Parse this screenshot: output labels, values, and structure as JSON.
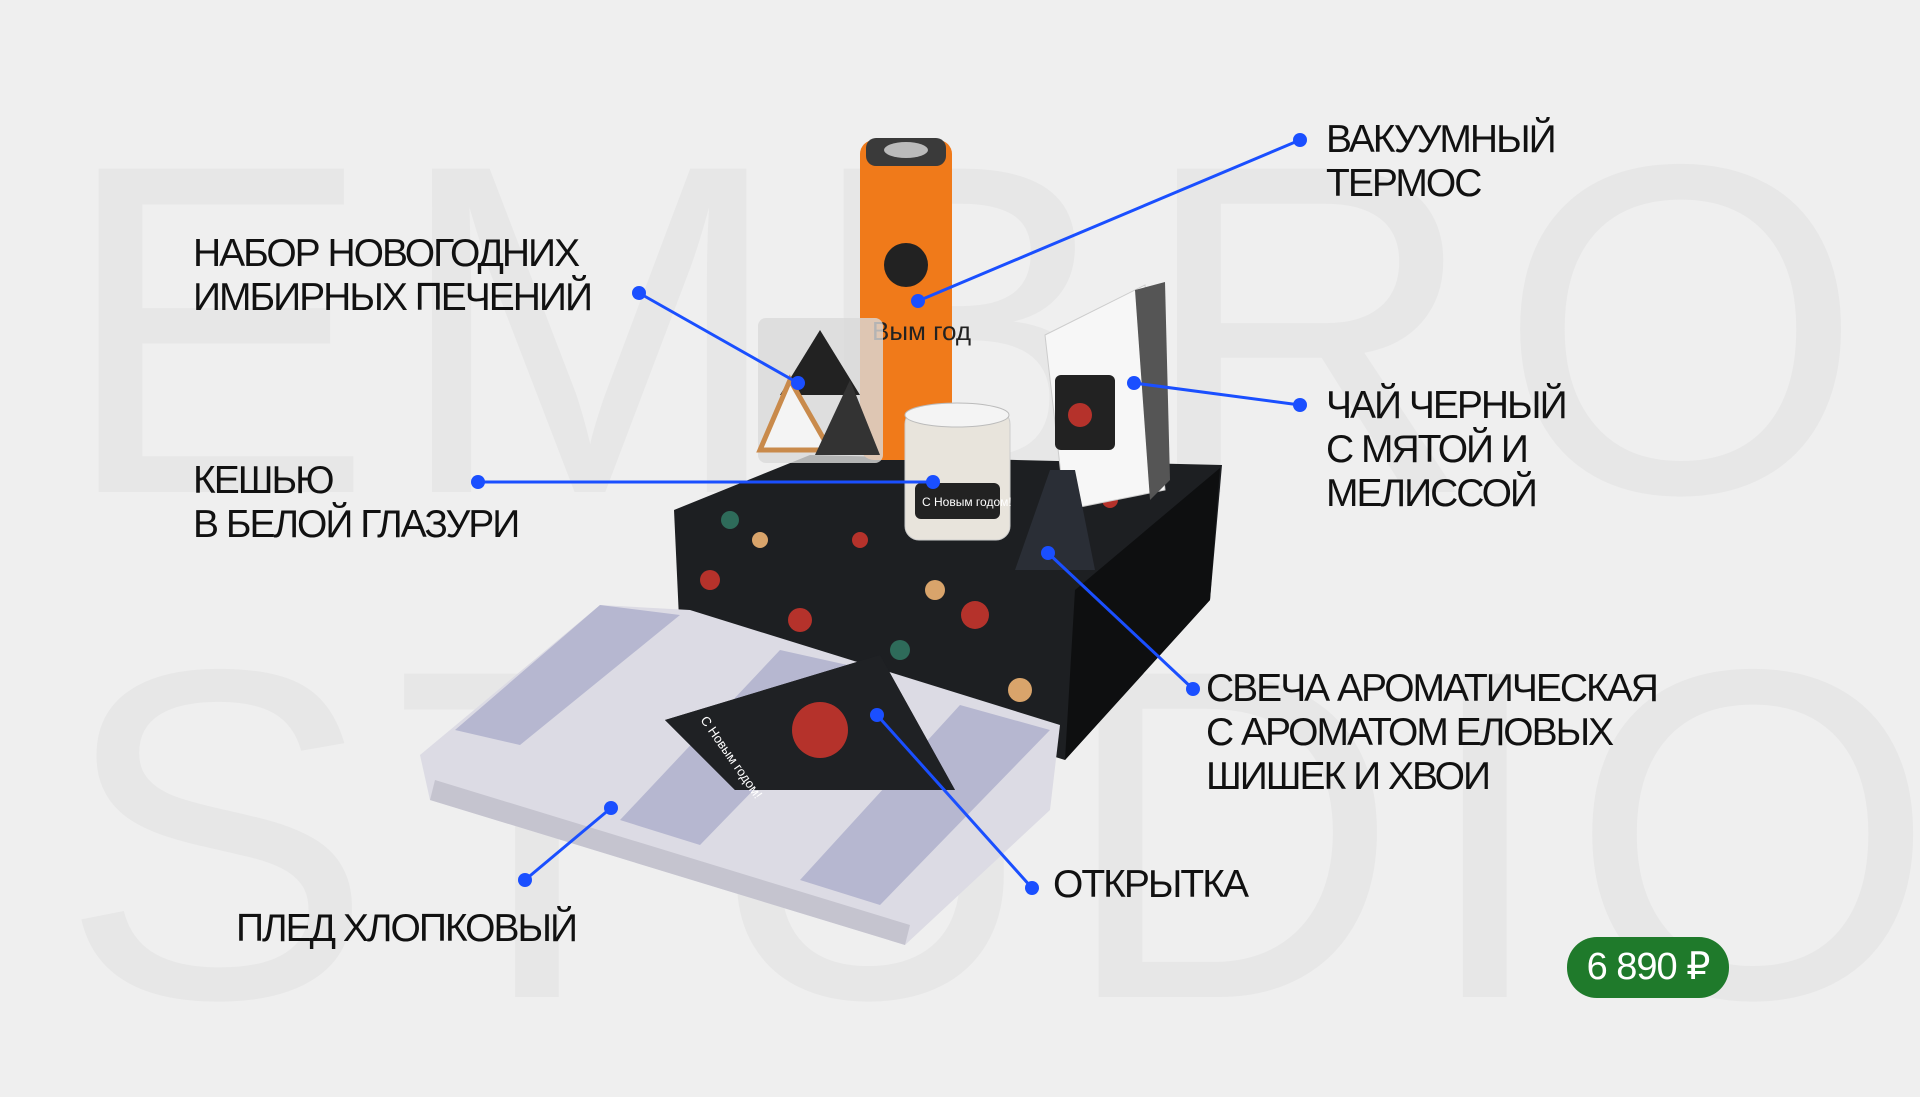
{
  "watermark": {
    "line1": "EMBRO",
    "line2": "STUDIO"
  },
  "labels": {
    "thermos": [
      "ВАКУУМНЫЙ",
      "ТЕРМОС"
    ],
    "gingerbread": [
      "НАБОР НОВОГОДНИХ",
      "ИМБИРНЫХ ПЕЧЕНИЙ"
    ],
    "cashew": [
      "КЕШЬЮ",
      "В БЕЛОЙ ГЛАЗУРИ"
    ],
    "tea": [
      "ЧАЙ ЧЕРНЫЙ",
      "С МЯТОЙ И",
      "МЕЛИССОЙ"
    ],
    "candle": [
      "СВЕЧА АРОМАТИЧЕСКАЯ",
      "С АРОМАТОМ ЕЛОВЫХ",
      "ШИШЕК И ХВОИ"
    ],
    "card": [
      "ОТКРЫТКА"
    ],
    "blanket": [
      "ПЛЕД ХЛОПКОВЫЙ"
    ]
  },
  "product": {
    "jar_label": "С Новым годом!",
    "card_text": "С Новым годом!",
    "thermos_text": "Вым год"
  },
  "price": "6 890 ₽",
  "colors": {
    "background": "#efefef",
    "pointer": "#1a4fff",
    "price_bg": "#1f7a2b",
    "thermos": "#f07a1a",
    "box": "#1d1f22"
  }
}
